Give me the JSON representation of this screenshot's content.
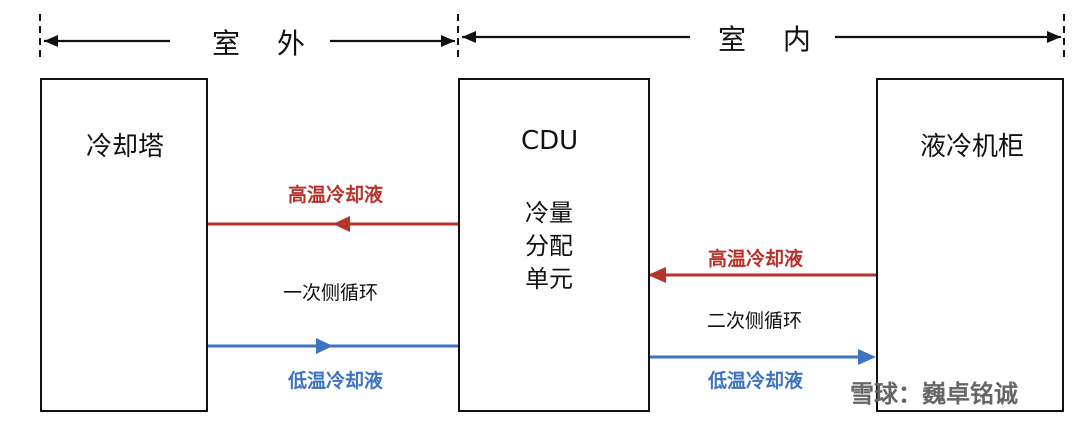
{
  "zones": {
    "outdoor": "室 外",
    "indoor": "室 内"
  },
  "boxes": {
    "tower": "冷却塔",
    "cdu_title": "CDU",
    "cdu_lines": [
      "冷量",
      "分配",
      "单元"
    ],
    "cabinet": "液冷机柜"
  },
  "primary_loop": {
    "hot": "高温冷却液",
    "label": "一次侧循环",
    "cold": "低温冷却液"
  },
  "secondary_loop": {
    "hot": "高温冷却液",
    "label": "二次侧循环",
    "cold": "低温冷却液"
  },
  "colors": {
    "hot": "#b8322c",
    "cold": "#3d73c0",
    "line": "#111111"
  },
  "watermark": "雪球：巍卓铭诚"
}
